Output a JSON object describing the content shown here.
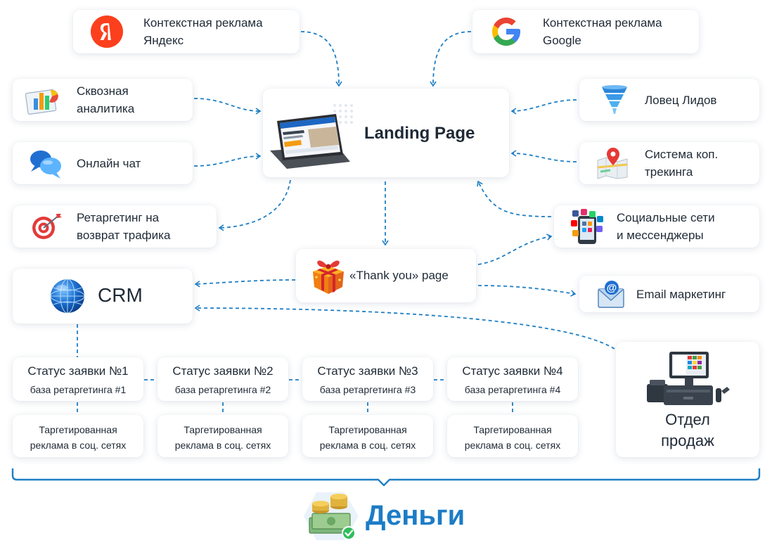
{
  "sources": {
    "yandex": {
      "line1": "Контекстная реклама",
      "line2": "Яндекс"
    },
    "google": {
      "line1": "Контекстная реклама",
      "line2": "Google"
    },
    "analytics": {
      "line1": "Сквозная",
      "line2": "аналитика"
    },
    "chat": {
      "label": "Онлайн чат"
    },
    "retargeting": {
      "line1": "Ретаргетинг на",
      "line2": "возврат трафика"
    },
    "lead_catcher": {
      "label": "Ловец Лидов"
    },
    "call_tracking": {
      "line1": "Система коп.",
      "line2": "трекинга"
    },
    "social": {
      "line1": "Социальные сети",
      "line2": "и мессенджеры"
    },
    "email": {
      "label": "Email маркетинг"
    }
  },
  "landing": {
    "label": "Landing Page"
  },
  "thank_you": {
    "label": "«Thank you» page"
  },
  "crm": {
    "label": "CRM"
  },
  "sales": {
    "line1": "Отдел",
    "line2": "продаж"
  },
  "statuses": [
    {
      "title": "Статус заявки №1",
      "sub": "база ретаргетинга #1"
    },
    {
      "title": "Статус заявки №2",
      "sub": "база ретаргетинга #2"
    },
    {
      "title": "Статус заявки №3",
      "sub": "база ретаргетинга #3"
    },
    {
      "title": "Статус заявки №4",
      "sub": "база ретаргетинга #4"
    }
  ],
  "ads": {
    "line1": "Таргетированная",
    "line2": "реклама в соц. сетях"
  },
  "money": {
    "label": "Деньги"
  },
  "colors": {
    "accent": "#1f7fc4",
    "money": "#1c7cc6",
    "text": "#1f2a36"
  }
}
